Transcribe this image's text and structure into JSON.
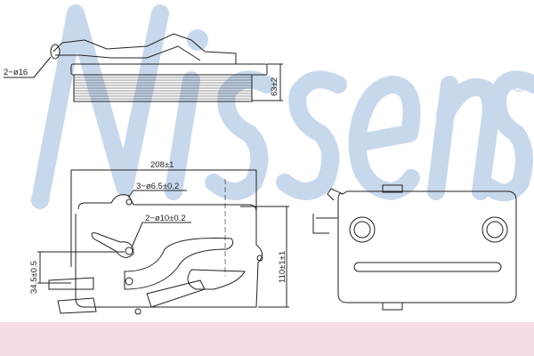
{
  "watermark": {
    "brand": "Nissens",
    "registered_mark": "®"
  },
  "colors": {
    "watermark": "#c8d8ec",
    "band": "#f3dde3",
    "line": "#222222"
  },
  "dimensions": {
    "hose_diameter": "2−ø16",
    "height": "63±2",
    "width": "208±1",
    "mount_holes": "3−ø6.5±0.2",
    "port_holes": "2−ø10±0.2",
    "length": "110±1±1",
    "port_offset": "34.5±0.5"
  }
}
